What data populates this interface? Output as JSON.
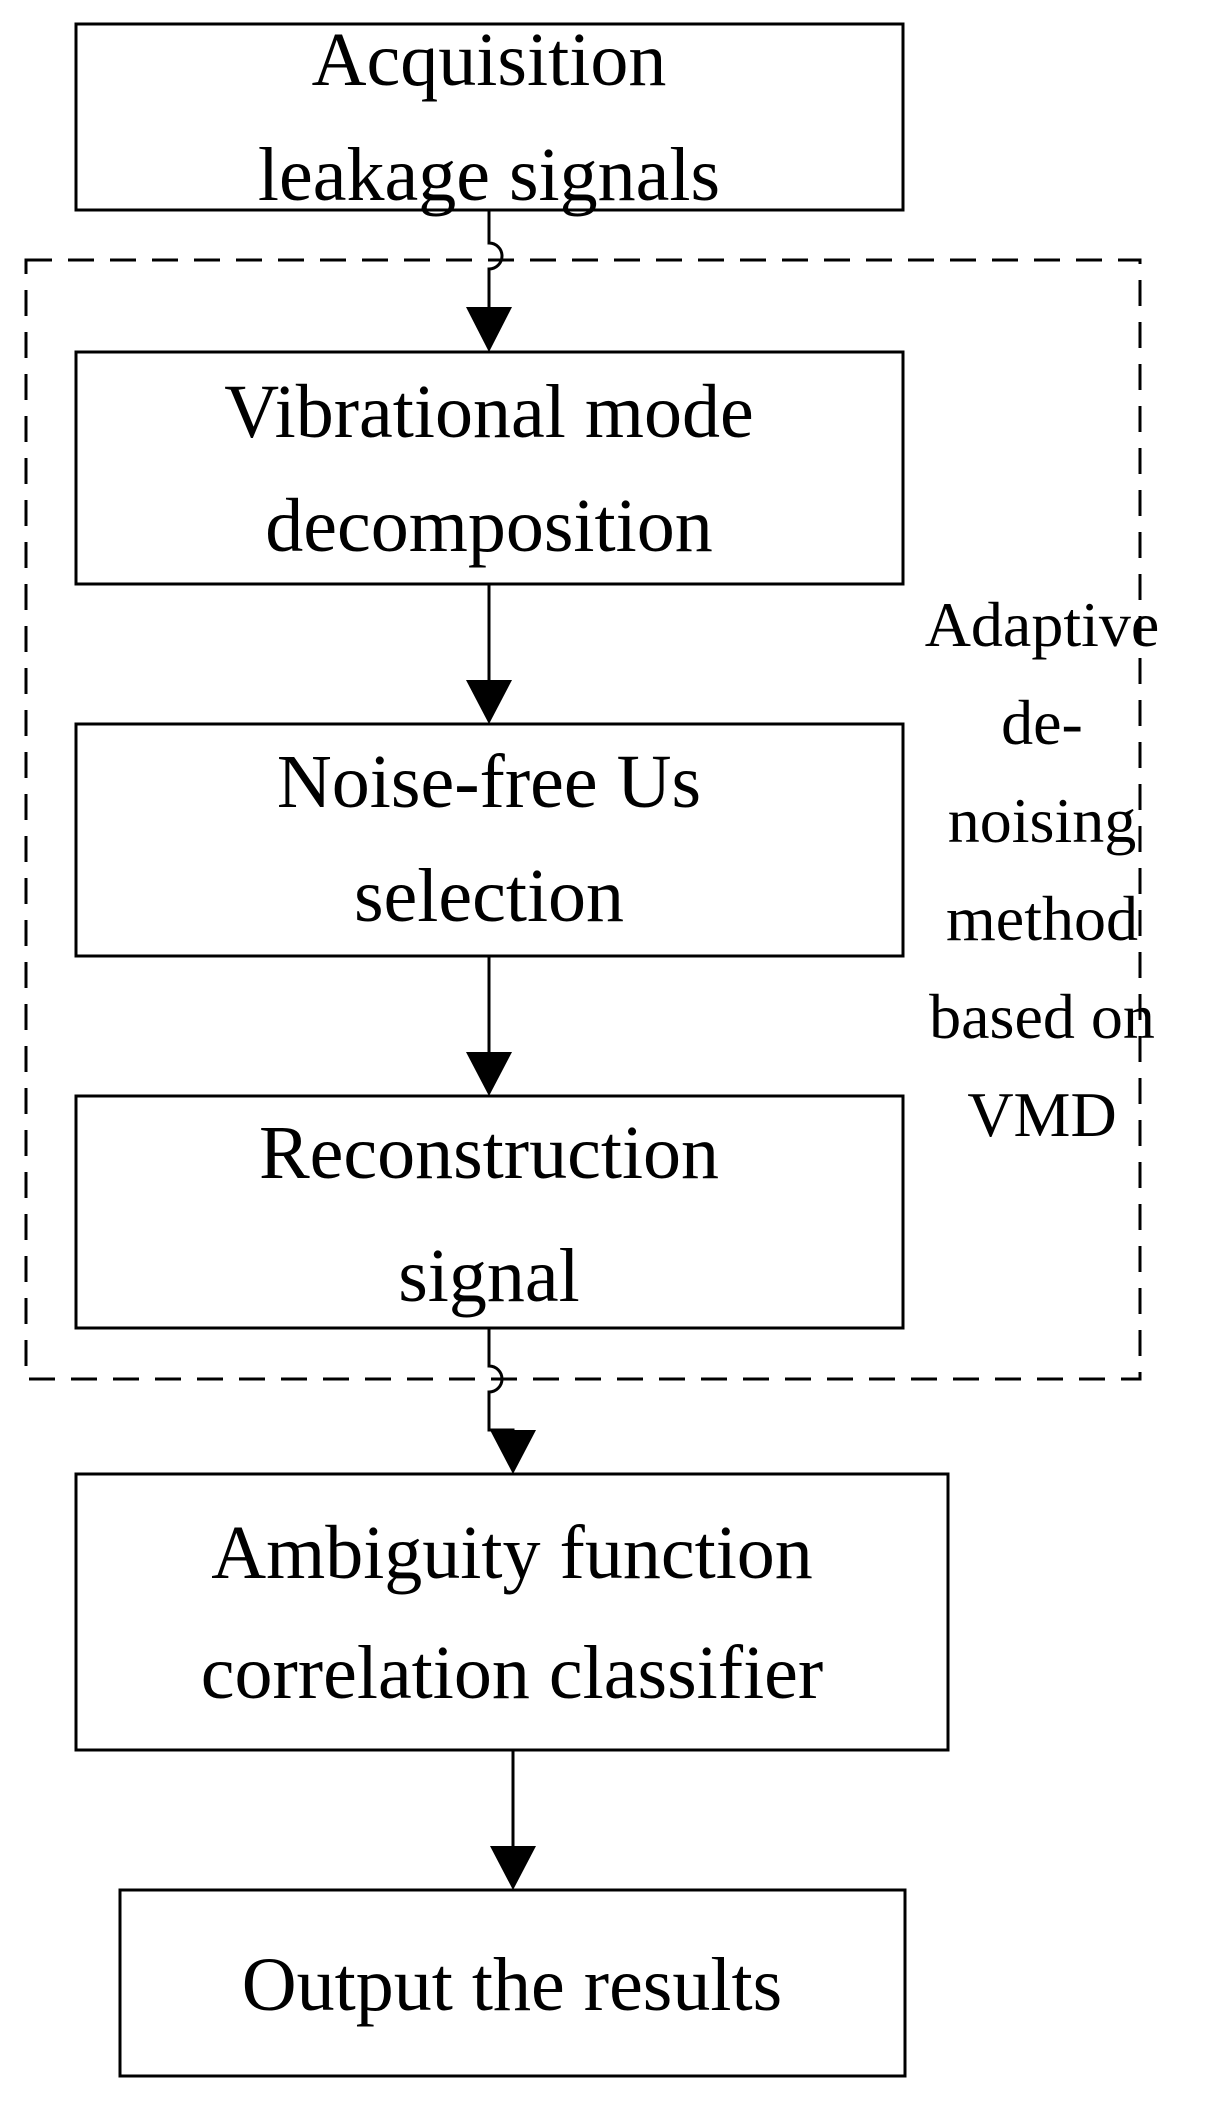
{
  "steps": [
    {
      "line1": "Acquisition",
      "line2": "leakage signals"
    },
    {
      "line1": "Vibrational mode",
      "line2": "decomposition"
    },
    {
      "line1": "Noise-free Us",
      "line2": "selection"
    },
    {
      "line1": "Reconstruction",
      "line2": "signal"
    },
    {
      "line1": "Ambiguity function",
      "line2": "correlation classifier"
    },
    {
      "line1": "Output the results"
    }
  ],
  "group_label": [
    "Adaptive",
    "de-",
    "noising",
    "method",
    "based on",
    "VMD"
  ],
  "colors": {
    "stroke": "#000000",
    "background": "#ffffff"
  }
}
